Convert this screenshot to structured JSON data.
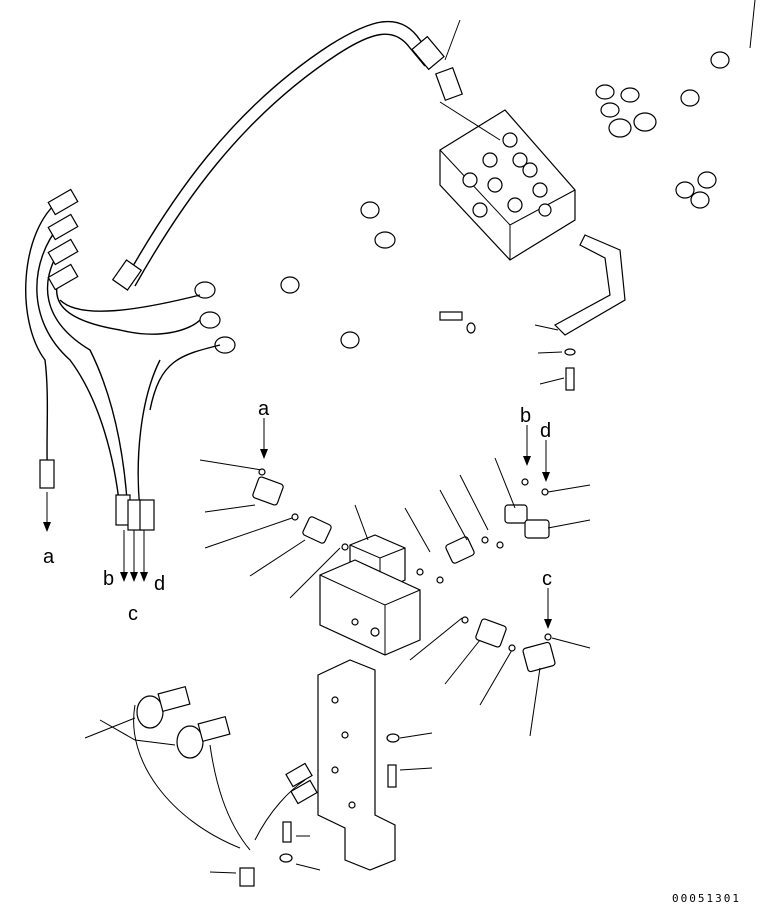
{
  "connection_labels": {
    "a": "a",
    "b": "b",
    "c": "c",
    "d": "d"
  },
  "drawing_code": "00051301",
  "colors": {
    "line": "#000000",
    "background": "#ffffff"
  }
}
